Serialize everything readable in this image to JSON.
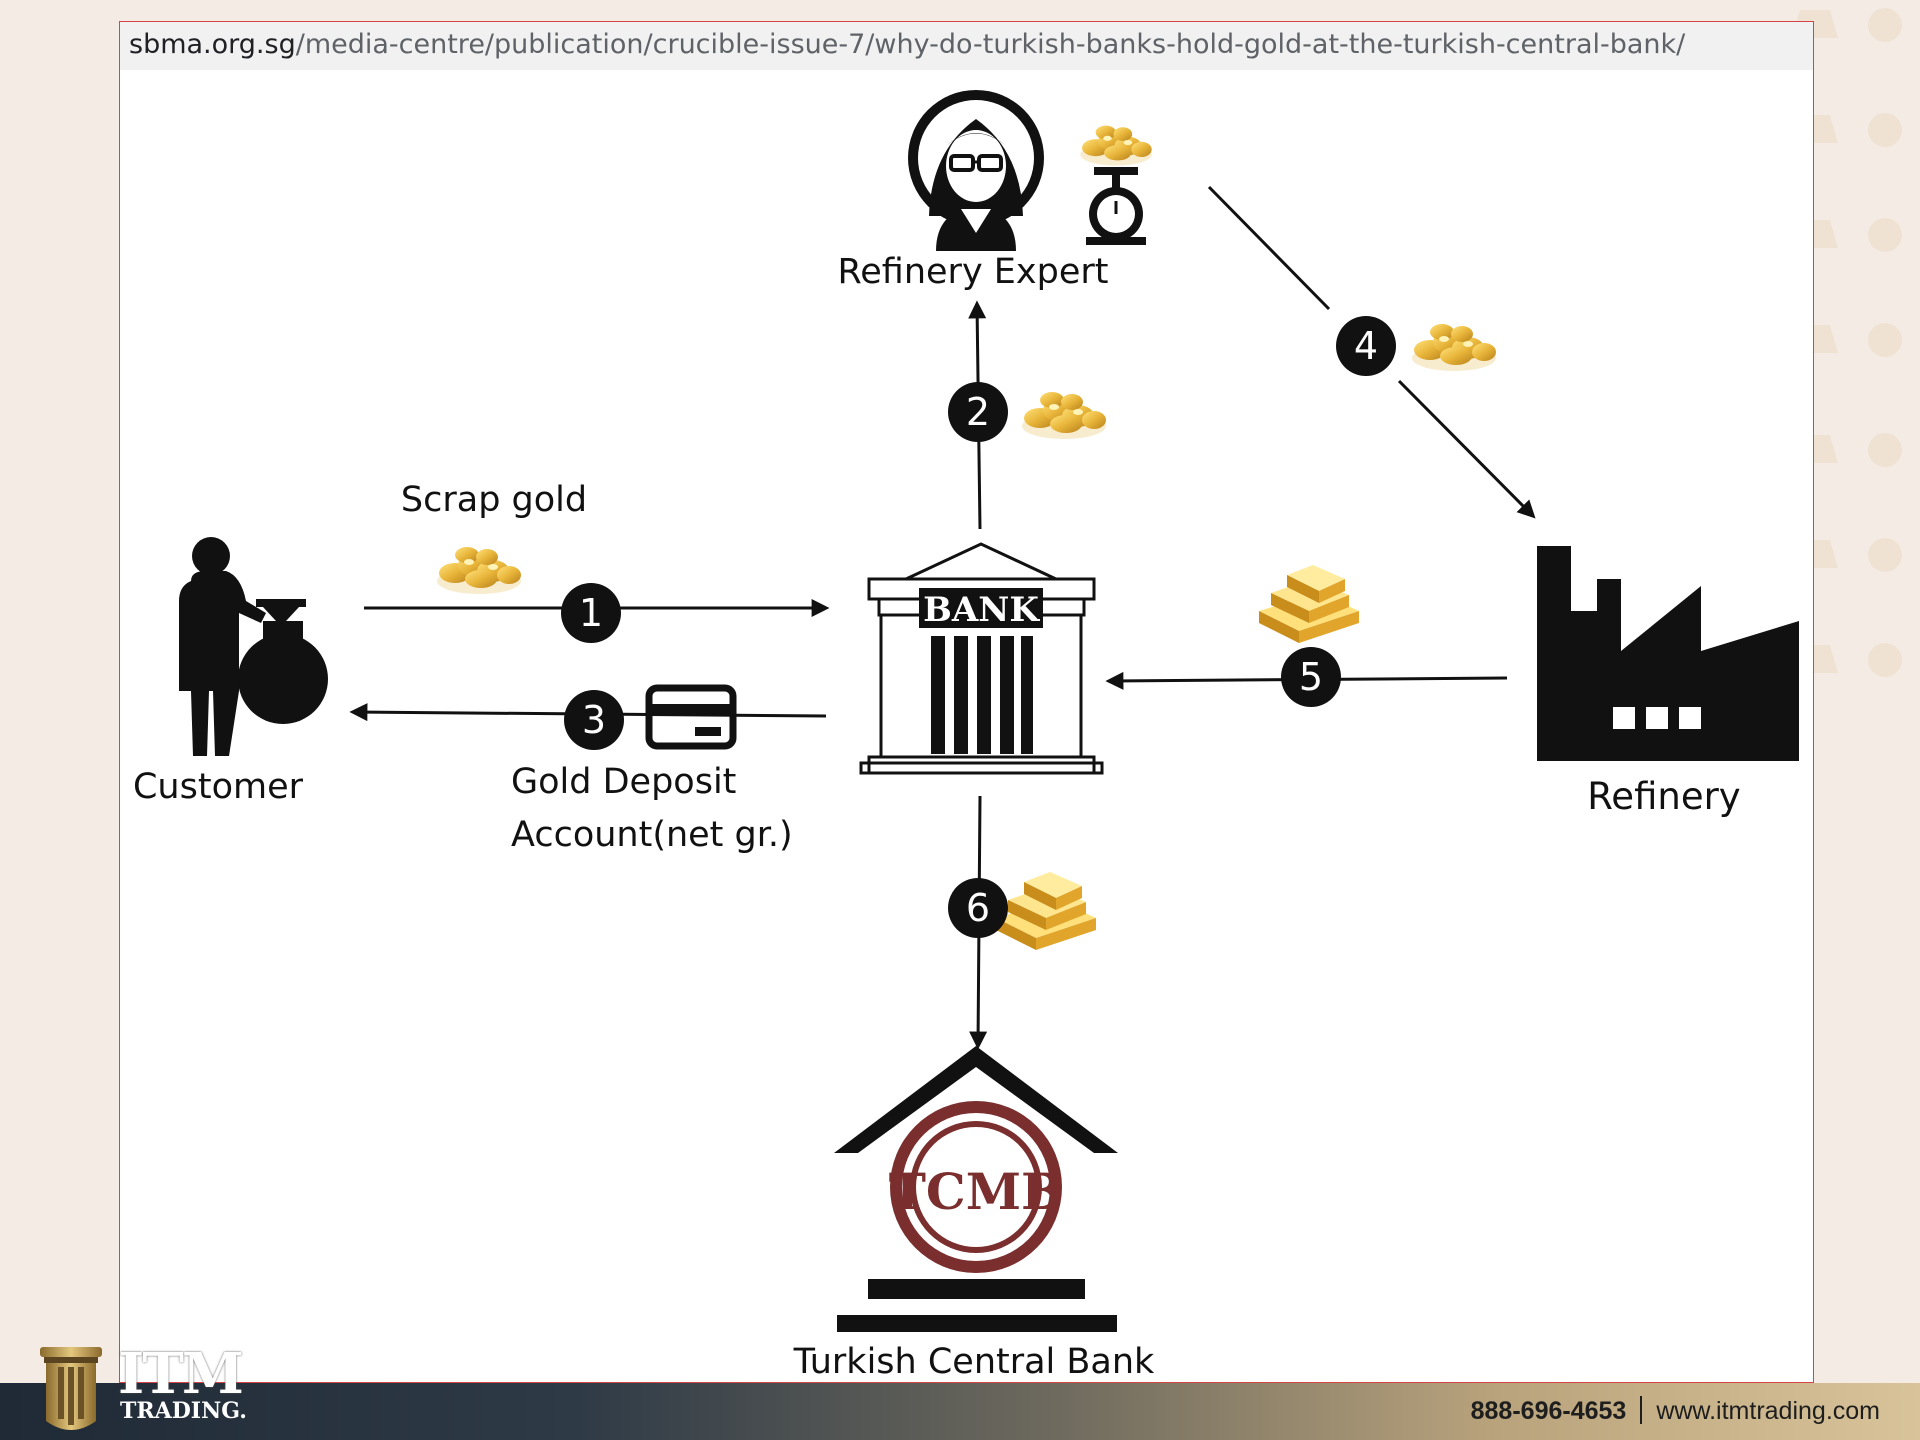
{
  "url_bar": {
    "host": "sbma.org.sg",
    "path": "/media-centre/publication/crucible-issue-7/why-do-turkish-banks-hold-gold-at-the-turkish-central-bank/"
  },
  "diagram": {
    "nodes": {
      "customer": "Customer",
      "refinery_expert": "Refinery Expert",
      "bank_sign": "BANK",
      "refinery": "Refinery",
      "central_bank": "Turkish Central Bank",
      "central_bank_logo": "TCMB"
    },
    "labels": {
      "scrap_gold": "Scrap gold",
      "deposit_line1": "Gold Deposit",
      "deposit_line2": "Account(net gr.)"
    },
    "steps": [
      "1",
      "2",
      "3",
      "4",
      "5",
      "6"
    ]
  },
  "footer": {
    "logo_word": "ITM",
    "logo_sub": "TRADING.",
    "phone": "888-696-4653",
    "website": "www.itmtrading.com"
  },
  "colors": {
    "frame_border": "#d64545",
    "gold": "#e8b53a",
    "central_bank_red": "#7a2e2e",
    "background": "#f4ece4"
  }
}
